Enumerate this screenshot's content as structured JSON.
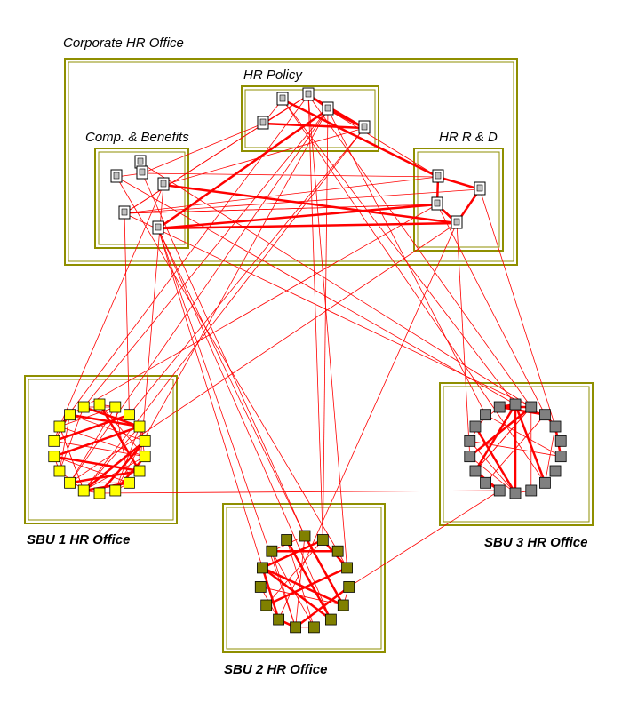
{
  "title": "",
  "groups": {
    "corporate": {
      "label": "Corporate HR Office"
    },
    "hr_policy": {
      "label": "HR Policy"
    },
    "comp_benefits": {
      "label": "Comp. & Benefits"
    },
    "hr_rd": {
      "label": "HR R & D"
    },
    "sbu1": {
      "label": "SBU 1 HR Office"
    },
    "sbu2": {
      "label": "SBU 2 HR Office"
    },
    "sbu3": {
      "label": "SBU 3 HR Office"
    }
  },
  "colors": {
    "frame": "#8f8f00",
    "edge": "#ff0000",
    "sbu1_node": "#ffff00",
    "sbu2_node": "#808000",
    "sbu3_node": "#808080",
    "corporate_node": "#ffffff"
  },
  "node_counts": {
    "hr_policy": 5,
    "comp_benefits": 6,
    "hr_rd": 4,
    "sbu1": 18,
    "sbu2": 15,
    "sbu3": 18
  }
}
